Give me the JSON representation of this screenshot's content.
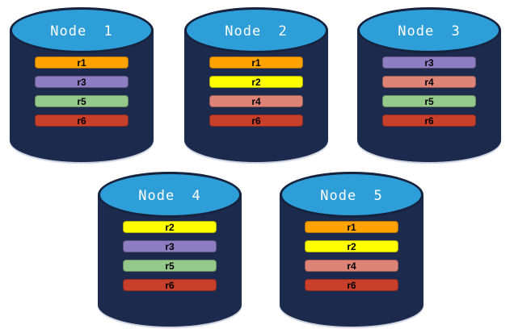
{
  "diagram": {
    "type": "database-replica-distribution",
    "colors": {
      "cylinder_body": "#1C2B4D",
      "cylinder_top": "#2E9ED9",
      "cylinder_top_border": "#15233F",
      "node_label_text": "#FFFFFF",
      "replica_label_text": "#000000",
      "replica_palette": {
        "r1": "#FFA203",
        "r2": "#FFFF00",
        "r3": "#8D7EC3",
        "r4": "#DD8377",
        "r5": "#94C98B",
        "r6": "#C8402B"
      }
    },
    "nodes": [
      {
        "label": "Node 1",
        "replicas": [
          {
            "label": "r1",
            "color": "#FFA203"
          },
          {
            "label": "r3",
            "color": "#8D7EC3"
          },
          {
            "label": "r5",
            "color": "#94C98B"
          },
          {
            "label": "r6",
            "color": "#C8402B"
          }
        ]
      },
      {
        "label": "Node 2",
        "replicas": [
          {
            "label": "r1",
            "color": "#FFA203"
          },
          {
            "label": "r2",
            "color": "#FFFF00"
          },
          {
            "label": "r4",
            "color": "#DD8377"
          },
          {
            "label": "r6",
            "color": "#C8402B"
          }
        ]
      },
      {
        "label": "Node 3",
        "replicas": [
          {
            "label": "r3",
            "color": "#8D7EC3"
          },
          {
            "label": "r4",
            "color": "#DD8377"
          },
          {
            "label": "r5",
            "color": "#94C98B"
          },
          {
            "label": "r6",
            "color": "#C8402B"
          }
        ]
      },
      {
        "label": "Node 4",
        "replicas": [
          {
            "label": "r2",
            "color": "#FFFF00"
          },
          {
            "label": "r3",
            "color": "#8D7EC3"
          },
          {
            "label": "r5",
            "color": "#94C98B"
          },
          {
            "label": "r6",
            "color": "#C8402B"
          }
        ]
      },
      {
        "label": "Node 5",
        "replicas": [
          {
            "label": "r1",
            "color": "#FFA203"
          },
          {
            "label": "r2",
            "color": "#FFFF00"
          },
          {
            "label": "r4",
            "color": "#DD8377"
          },
          {
            "label": "r6",
            "color": "#C8402B"
          }
        ]
      }
    ]
  }
}
